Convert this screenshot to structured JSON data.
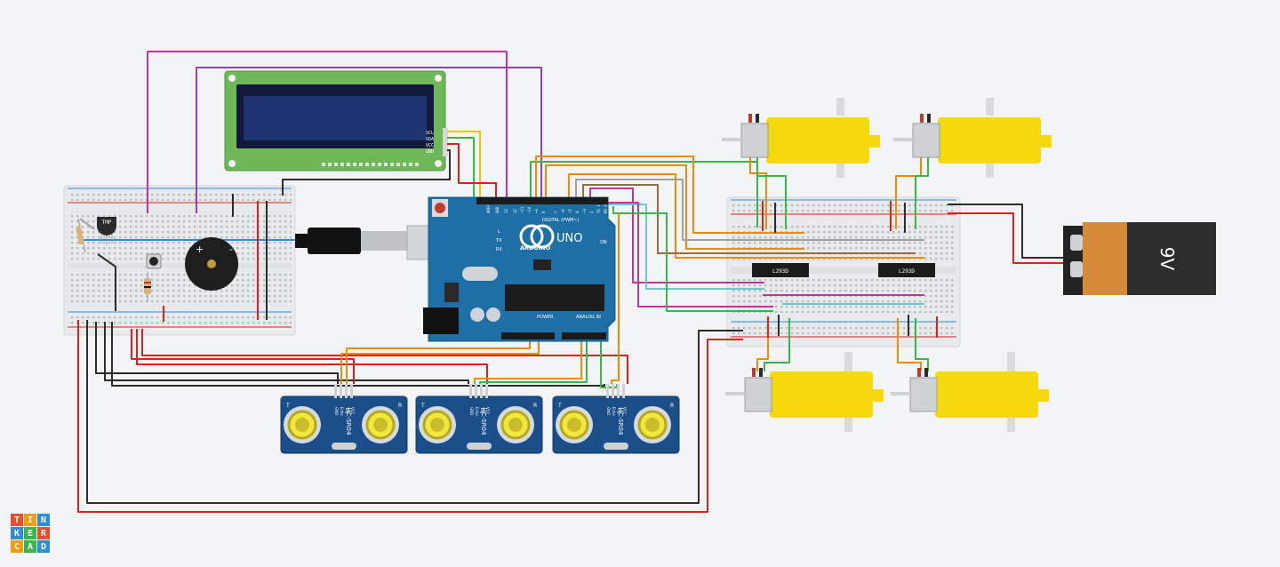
{
  "arduino": {
    "brand": "ARDUINO",
    "model": "UNO",
    "digital_header": "DIGITAL (PWM~)",
    "power_label": "POWER",
    "analog_label": "ANALOG IN",
    "on_label": "ON",
    "pin_aref": "AREF",
    "pin_gnd": "GND",
    "pin_13": "13",
    "pin_12": "12",
    "pin_11": "~11",
    "pin_10": "~10",
    "pin_9": "~9",
    "pin_8": "8",
    "pin_7": "7",
    "pin_6": "~6",
    "pin_5": "~5",
    "pin_4": "4",
    "pin_3": "~3",
    "pin_2": "2",
    "pin_tx": "TX 1",
    "pin_rx": "RX 0",
    "led_l": "L",
    "led_tx": "TX",
    "led_rx": "RX"
  },
  "lcd": {
    "pin_labels": [
      "SCL",
      "SDA",
      "VCC",
      "GND"
    ]
  },
  "temperature_sensor": {
    "label": "TMP"
  },
  "buzzer": {
    "plus": "+",
    "minus": "-"
  },
  "motor_drivers": [
    "L293D",
    "L293D"
  ],
  "battery": {
    "label": "9V"
  },
  "ultrasonic_sensors": [
    {
      "model": "HC-SR04",
      "pins": [
        "GND",
        "Echo",
        "Trig",
        "VCC"
      ],
      "tx": "T",
      "rx": "R"
    },
    {
      "model": "HC-SR04",
      "pins": [
        "GND",
        "Echo",
        "Trig",
        "VCC"
      ],
      "tx": "T",
      "rx": "R"
    },
    {
      "model": "HC-SR04",
      "pins": [
        "GND",
        "Echo",
        "Trig",
        "VCC"
      ],
      "tx": "T",
      "rx": "R"
    }
  ],
  "brand_logo": [
    "T",
    "I",
    "N",
    "K",
    "E",
    "R",
    "C",
    "A",
    "D"
  ],
  "colors": {
    "wire_red": "#e0201b",
    "wire_black": "#2b2b2b",
    "wire_orange": "#f08a0b",
    "wire_green": "#39b54a",
    "wire_purple": "#8e44ad",
    "wire_magenta": "#c2349b",
    "wire_yellow": "#f2c40c",
    "wire_cyan": "#6cc6d6",
    "wire_blue": "#2b8fd6",
    "wire_grey": "#9aa0a6",
    "wire_brown": "#9a6b3c",
    "arduino_blue": "#1d6fa5",
    "motor_yellow": "#f5d90a",
    "sensor_blue": "#1b4f8a"
  }
}
